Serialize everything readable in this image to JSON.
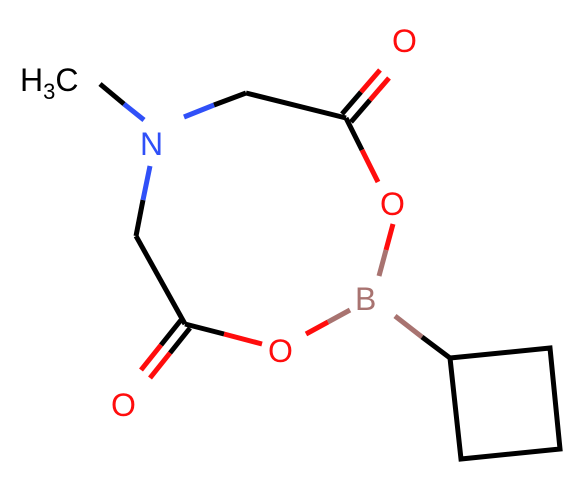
{
  "molecule": {
    "atoms": {
      "methyl": {
        "element": "H",
        "count": "3",
        "carbon": "C"
      },
      "nitrogen": "N",
      "boron": "B",
      "ring_oxygen_upper": "O",
      "ring_oxygen_lower": "O",
      "carbonyl_oxygen_upper": "O",
      "carbonyl_oxygen_lower": "O"
    },
    "colors": {
      "bond": "#000000",
      "oxygen": "#ff0d0d",
      "nitrogen": "#3050f8",
      "boron": "#a87370",
      "carbon": "#000000"
    }
  }
}
